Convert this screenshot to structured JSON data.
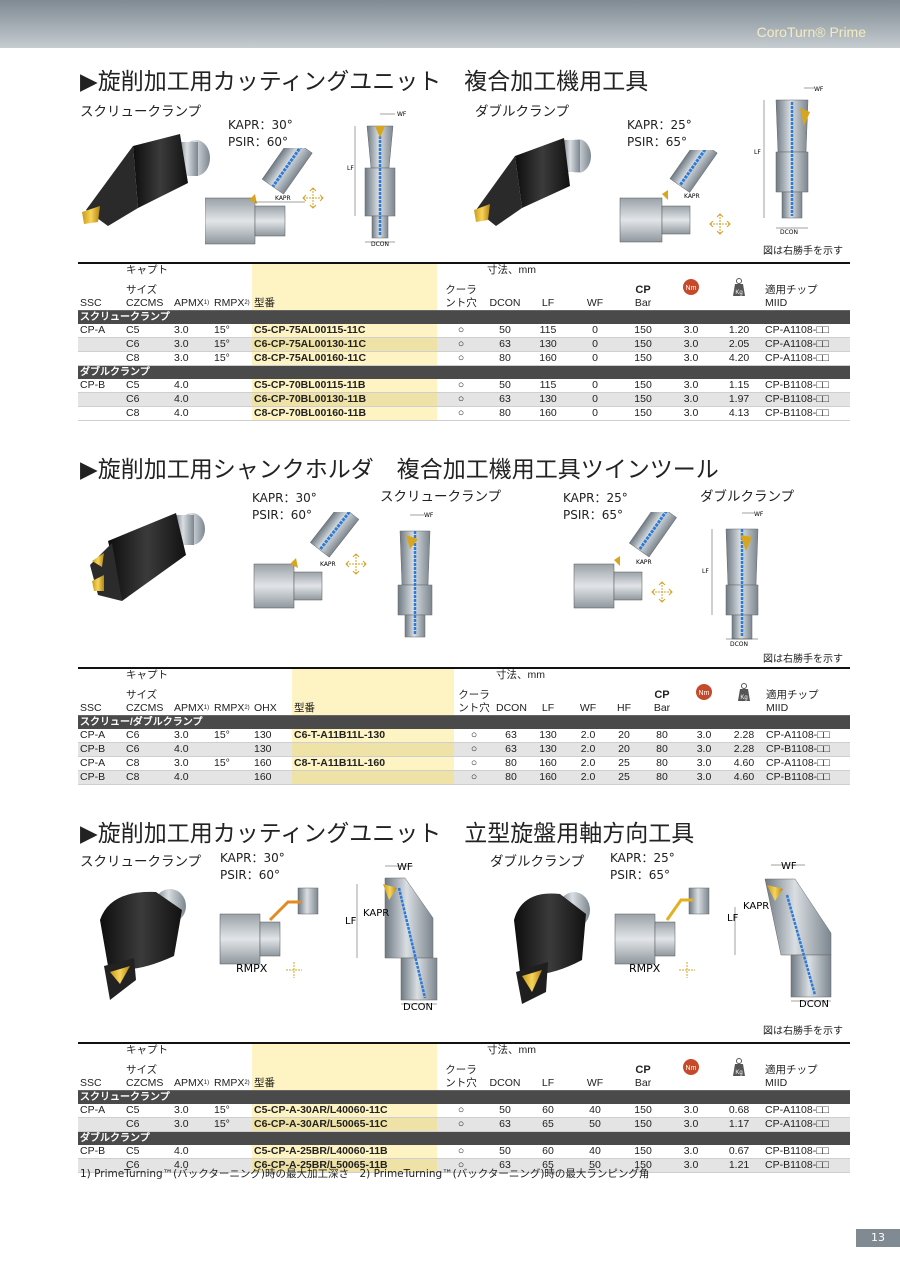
{
  "brand": "CoroTurn® Prime",
  "page_number": "13",
  "note_right_hand": "図は右勝手を示す",
  "footnote": "1) PrimeTurning™(バックターニング)時の最大加工深さ　2) PrimeTurning™(バックターニング)時の最大ランピング角",
  "labels": {
    "wf": "WF",
    "lf": "LF",
    "dcon": "DCON",
    "kapr": "KAPR",
    "rmpx": "RMPX"
  },
  "sections": [
    {
      "title": "▶旋削加工用カッティングユニット　複合加工機用工具",
      "left_label": "スクリュークランプ",
      "right_label": "ダブルクランプ",
      "left_angles": [
        "KAPR：30°",
        "PSIR：60°"
      ],
      "right_angles": [
        "KAPR：25°",
        "PSIR：65°"
      ],
      "headers": {
        "size_top": "キャプト",
        "size_mid": "サイズ",
        "ssc": "SSC",
        "czcms": "CZCMS",
        "apmx": "APMX",
        "apmx_sup": "1)",
        "rmpx": "RMPX",
        "rmpx_sup": "2)",
        "code": "型番",
        "coolant1": "クーラ",
        "coolant2": "ント穴",
        "dims": "寸法、mm",
        "dcon": "DCON",
        "lf": "LF",
        "wf": "WF",
        "cpbar1": "CP",
        "cpbar2": "Bar",
        "nm": "Nm",
        "kg": "Kg",
        "insert1": "適用チップ",
        "insert2": "MIID"
      },
      "groups": [
        {
          "name": "スクリュークランプ",
          "rows": [
            [
              "CP-A",
              "C5",
              "3.0",
              "15°",
              "C5-CP-75AL00115-11C",
              "○",
              "50",
              "115",
              "0",
              "150",
              "3.0",
              "1.20",
              "CP-A1108-□□"
            ],
            [
              "",
              "C6",
              "3.0",
              "15°",
              "C6-CP-75AL00130-11C",
              "○",
              "63",
              "130",
              "0",
              "150",
              "3.0",
              "2.05",
              "CP-A1108-□□"
            ],
            [
              "",
              "C8",
              "3.0",
              "15°",
              "C8-CP-75AL00160-11C",
              "○",
              "80",
              "160",
              "0",
              "150",
              "3.0",
              "4.20",
              "CP-A1108-□□"
            ]
          ]
        },
        {
          "name": "ダブルクランプ",
          "rows": [
            [
              "CP-B",
              "C5",
              "4.0",
              "",
              "C5-CP-70BL00115-11B",
              "○",
              "50",
              "115",
              "0",
              "150",
              "3.0",
              "1.15",
              "CP-B1108-□□"
            ],
            [
              "",
              "C6",
              "4.0",
              "",
              "C6-CP-70BL00130-11B",
              "○",
              "63",
              "130",
              "0",
              "150",
              "3.0",
              "1.97",
              "CP-B1108-□□"
            ],
            [
              "",
              "C8",
              "4.0",
              "",
              "C8-CP-70BL00160-11B",
              "○",
              "80",
              "160",
              "0",
              "150",
              "3.0",
              "4.13",
              "CP-B1108-□□"
            ]
          ]
        }
      ]
    },
    {
      "title": "▶旋削加工用シャンクホルダ　複合加工機用工具ツインツール",
      "left_label": "スクリュークランプ",
      "right_label": "ダブルクランプ",
      "left_angles": [
        "KAPR：30°",
        "PSIR：60°"
      ],
      "right_angles": [
        "KAPR：25°",
        "PSIR：65°"
      ],
      "headers": {
        "size_top": "キャプト",
        "size_mid": "サイズ",
        "ssc": "SSC",
        "czcms": "CZCMS",
        "apmx": "APMX",
        "apmx_sup": "1)",
        "rmpx": "RMPX",
        "rmpx_sup": "2)",
        "ohx": "OHX",
        "code": "型番",
        "coolant1": "クーラ",
        "coolant2": "ント穴",
        "dims": "寸法、mm",
        "dcon": "DCON",
        "lf": "LF",
        "wf": "WF",
        "hf": "HF",
        "cpbar1": "CP",
        "cpbar2": "Bar",
        "nm": "Nm",
        "kg": "Kg",
        "insert1": "適用チップ",
        "insert2": "MIID"
      },
      "groups": [
        {
          "name": "スクリュー/ダブルクランプ",
          "rows": [
            [
              "CP-A",
              "C6",
              "3.0",
              "15°",
              "130",
              "C6-T-A11B11L-130",
              "○",
              "63",
              "130",
              "2.0",
              "20",
              "80",
              "3.0",
              "2.28",
              "CP-A1108-□□"
            ],
            [
              "CP-B",
              "C6",
              "4.0",
              "",
              "130",
              "",
              "○",
              "63",
              "130",
              "2.0",
              "20",
              "80",
              "3.0",
              "2.28",
              "CP-B1108-□□"
            ],
            [
              "CP-A",
              "C8",
              "3.0",
              "15°",
              "160",
              "C8-T-A11B11L-160",
              "○",
              "80",
              "160",
              "2.0",
              "25",
              "80",
              "3.0",
              "4.60",
              "CP-A1108-□□"
            ],
            [
              "CP-B",
              "C8",
              "4.0",
              "",
              "160",
              "",
              "○",
              "80",
              "160",
              "2.0",
              "25",
              "80",
              "3.0",
              "4.60",
              "CP-B1108-□□"
            ]
          ]
        }
      ]
    },
    {
      "title": "▶旋削加工用カッティングユニット　立型旋盤用軸方向工具",
      "left_label": "スクリュークランプ",
      "right_label": "ダブルクランプ",
      "left_angles": [
        "KAPR：30°",
        "PSIR：60°"
      ],
      "right_angles": [
        "KAPR：25°",
        "PSIR：65°"
      ],
      "headers": {
        "size_top": "キャプト",
        "size_mid": "サイズ",
        "ssc": "SSC",
        "czcms": "CZCMS",
        "apmx": "APMX",
        "apmx_sup": "1)",
        "rmpx": "RMPX",
        "rmpx_sup": "2)",
        "code": "型番",
        "coolant1": "クーラ",
        "coolant2": "ント穴",
        "dims": "寸法、mm",
        "dcon": "DCON",
        "lf": "LF",
        "wf": "WF",
        "cpbar1": "CP",
        "cpbar2": "Bar",
        "nm": "Nm",
        "kg": "Kg",
        "insert1": "適用チップ",
        "insert2": "MIID"
      },
      "groups": [
        {
          "name": "スクリュークランプ",
          "rows": [
            [
              "CP-A",
              "C5",
              "3.0",
              "15°",
              "C5-CP-A-30AR/L40060-11C",
              "○",
              "50",
              "60",
              "40",
              "150",
              "3.0",
              "0.68",
              "CP-A1108-□□"
            ],
            [
              "",
              "C6",
              "3.0",
              "15°",
              "C6-CP-A-30AR/L50065-11C",
              "○",
              "63",
              "65",
              "50",
              "150",
              "3.0",
              "1.17",
              "CP-A1108-□□"
            ]
          ]
        },
        {
          "name": "ダブルクランプ",
          "rows": [
            [
              "CP-B",
              "C5",
              "4.0",
              "",
              "C5-CP-A-25BR/L40060-11B",
              "○",
              "50",
              "60",
              "40",
              "150",
              "3.0",
              "0.67",
              "CP-B1108-□□"
            ],
            [
              "",
              "C6",
              "4.0",
              "",
              "C6-CP-A-25BR/L50065-11B",
              "○",
              "63",
              "65",
              "50",
              "150",
              "3.0",
              "1.21",
              "CP-B1108-□□"
            ]
          ]
        }
      ]
    }
  ]
}
